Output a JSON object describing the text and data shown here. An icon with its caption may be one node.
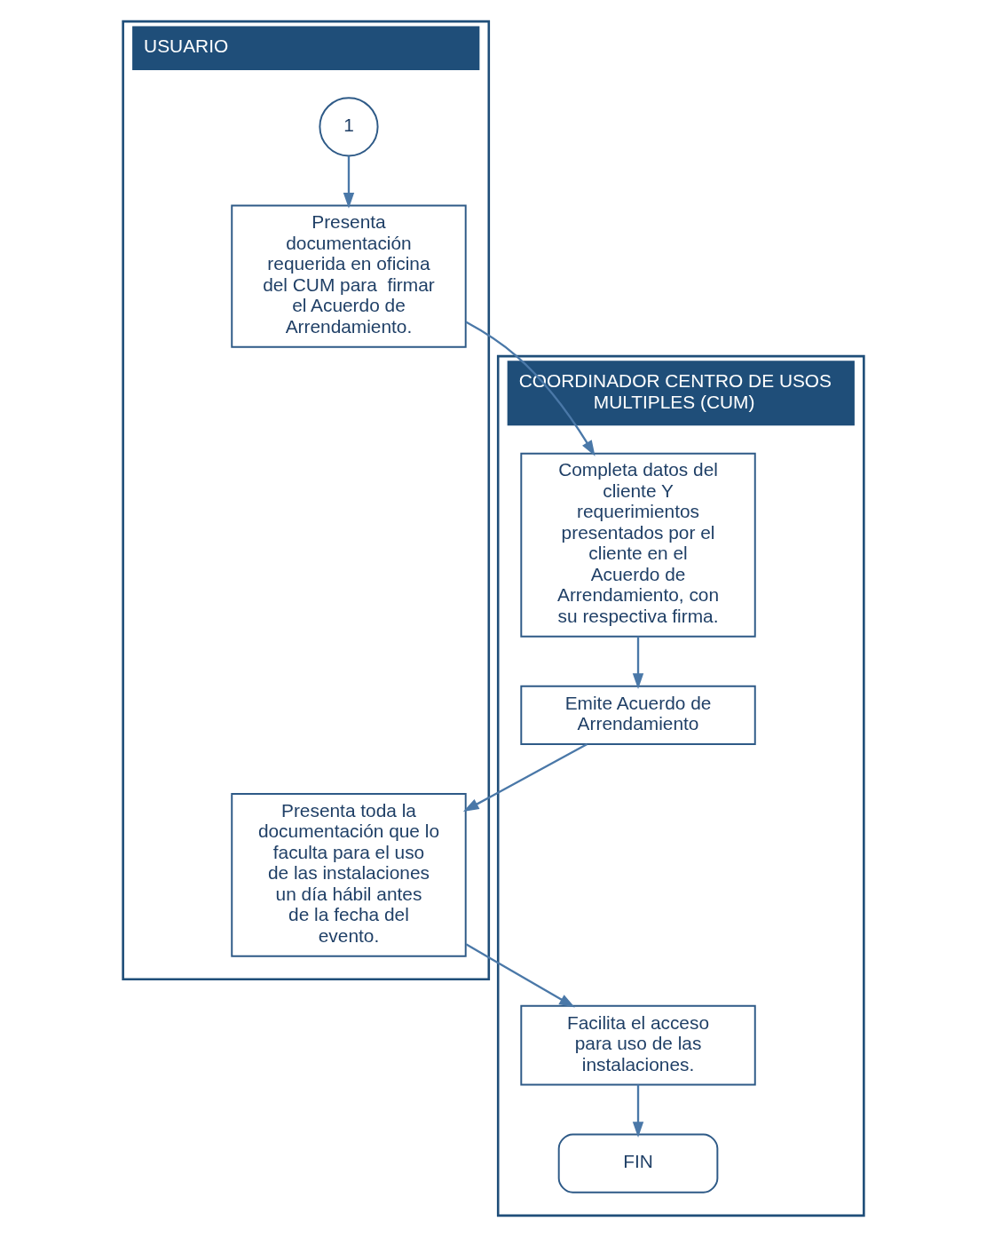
{
  "diagram": {
    "nodes": [
      {
        "text": [
          "USUARIO"
        ]
      },
      {
        "text": [
          "COORDINADOR CENTRO DE USOS MULTIPLES (CUM)"
        ]
      },
      {
        "text": [
          "1"
        ],
        "in": 0
      },
      {
        "text": [
          "Presenta documentación requerida en oficina del CUM para  firmar el Acuerdo de Arrendamiento."
        ],
        "in": 0
      },
      {
        "text": [
          "Completa datos del cliente Y requerimientos presentados por el cliente en el  Acuerdo de Arrendamiento, con su respectiva firma."
        ],
        "in": 1
      },
      {
        "text": [
          "Emite Acuerdo de Arrendamiento"
        ],
        "in": 1
      },
      {
        "text": [
          "Presenta toda la documentación que lo faculta para el uso de las instalaciones un día hábil antes de la fecha del evento."
        ],
        "in": 0
      },
      {
        "text": [
          "Facilita el acceso para uso de las instalaciones."
        ],
        "in": 1
      },
      {
        "text": [
          "FIN"
        ],
        "in": 1
      }
    ],
    "edges": [
      {
        "from": 2,
        "to": 3,
        "arrow": "to"
      },
      {
        "from": 3,
        "to": 4,
        "arrow": "to"
      },
      {
        "from": 4,
        "to": 5,
        "arrow": "to"
      },
      {
        "from": 5,
        "to": 6,
        "arrow": "to"
      },
      {
        "from": 6,
        "to": 7,
        "arrow": "to"
      },
      {
        "from": 7,
        "to": 8,
        "arrow": "to"
      }
    ]
  }
}
